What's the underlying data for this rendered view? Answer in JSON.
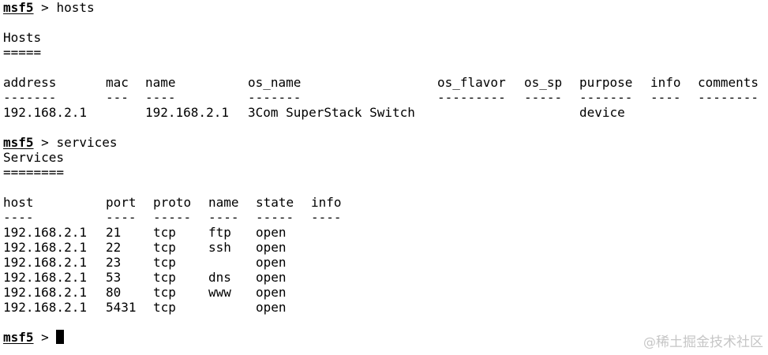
{
  "prompt": "msf5",
  "prompt_arrow": ">",
  "hosts_command": "hosts",
  "hosts_title": "Hosts",
  "hosts_underline": "=====",
  "hosts_table": {
    "headers": [
      "address",
      "mac",
      "name",
      "os_name",
      "os_flavor",
      "os_sp",
      "purpose",
      "info",
      "comments"
    ],
    "dashes": [
      "-------",
      "---",
      "----",
      "-------",
      "---------",
      "-----",
      "-------",
      "----",
      "--------"
    ],
    "rows": [
      [
        "192.168.2.1",
        "",
        "192.168.2.1",
        "3Com SuperStack Switch",
        "",
        "",
        "device",
        "",
        ""
      ]
    ]
  },
  "services_command": "services",
  "services_title": "Services",
  "services_underline": "========",
  "services_table": {
    "headers": [
      "host",
      "port",
      "proto",
      "name",
      "state",
      "info"
    ],
    "dashes": [
      "----",
      "----",
      "-----",
      "----",
      "-----",
      "----"
    ],
    "rows": [
      [
        "192.168.2.1",
        "21",
        "tcp",
        "ftp",
        "open",
        ""
      ],
      [
        "192.168.2.1",
        "22",
        "tcp",
        "ssh",
        "open",
        ""
      ],
      [
        "192.168.2.1",
        "23",
        "tcp",
        "",
        "open",
        ""
      ],
      [
        "192.168.2.1",
        "53",
        "tcp",
        "dns",
        "open",
        ""
      ],
      [
        "192.168.2.1",
        "80",
        "tcp",
        "www",
        "open",
        ""
      ],
      [
        "192.168.2.1",
        "5431",
        "tcp",
        "",
        "open",
        ""
      ]
    ]
  },
  "watermark": "稀土掘金技术社区",
  "watermark_at": "@"
}
